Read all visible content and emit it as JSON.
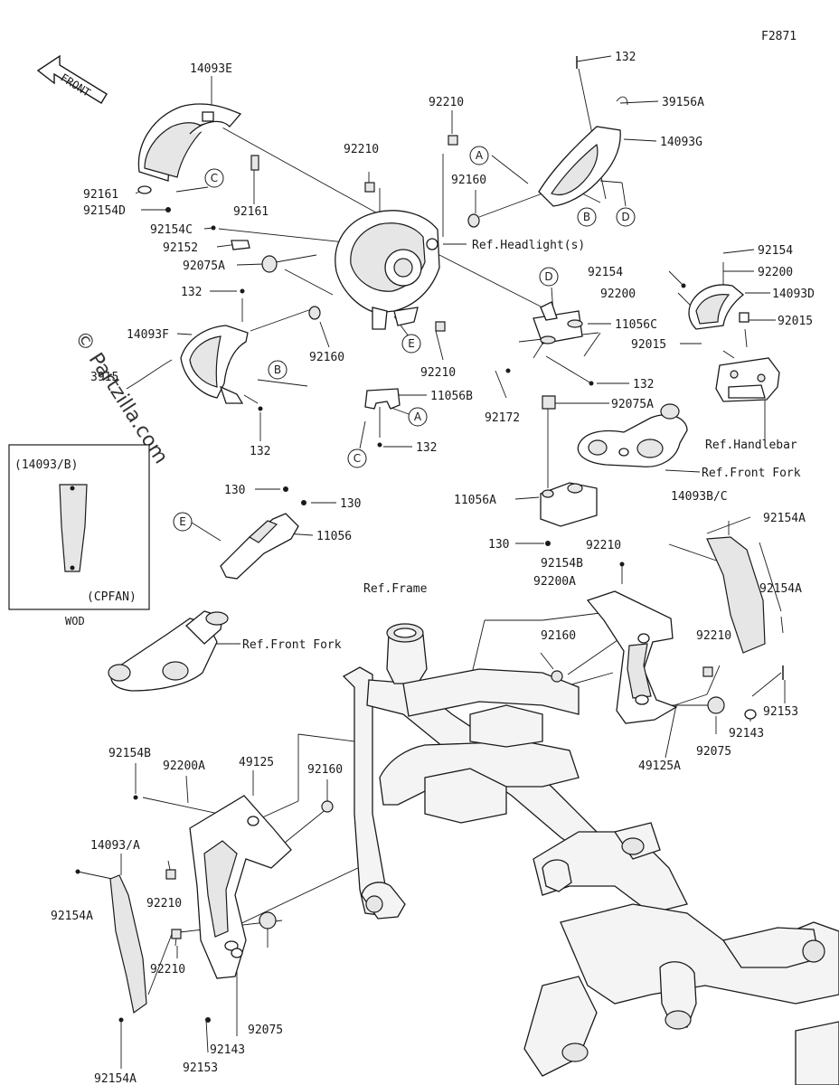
{
  "figure_code": "F2871",
  "front_arrow": "FRONT",
  "watermark": "© Partzilla.com",
  "callouts": {
    "a_1": "A",
    "a_2": "A",
    "b_1": "B",
    "b_2": "B",
    "c_1": "C",
    "c_2": "C",
    "d_1": "D",
    "d_2": "D",
    "e_1": "E",
    "e_2": "E"
  },
  "inset": {
    "title": "(14093/B)",
    "variant": "(CPFAN)",
    "caption": "WOD"
  },
  "labels": {
    "p14093E": "14093E",
    "p92161_a": "92161",
    "p92161_b": "92161",
    "p92154D": "92154D",
    "p92154C": "92154C",
    "p92152": "92152",
    "p92075A_1": "92075A",
    "p132_left": "132",
    "p14093F": "14093F",
    "p3915x": "3915",
    "p132_bottom": "132",
    "p92160_mid": "92160",
    "p92210_top": "92210",
    "p92210_center": "92210",
    "p92160_upper": "92160",
    "p92210_lower": "92210",
    "ref_headlight": "Ref.Headlight(s)",
    "p11056B": "11056B",
    "p132_c": "132",
    "p132_top": "132",
    "p39156A": "39156A",
    "p14093G": "14093G",
    "p11056C": "11056C",
    "p132_d": "132",
    "p92172": "92172",
    "p92075A_2": "92075A",
    "p92154_1": "92154",
    "p92154_2": "92154",
    "p92200_1": "92200",
    "p92200_2": "92200",
    "p14093D": "14093D",
    "p92015_1": "92015",
    "p92015_2": "92015",
    "ref_handlebar": "Ref.Handlebar",
    "ref_front_fork_1": "Ref.Front Fork",
    "p11056A": "11056A",
    "p130_right": "130",
    "p130_a": "130",
    "p130_b": "130",
    "p11056": "11056",
    "ref_front_fork_2": "Ref.Front Fork",
    "p14093BC": "14093B/C",
    "p92154A_1": "92154A",
    "p92210_r1": "92210",
    "p92154B_1": "92154B",
    "p92200A_1": "92200A",
    "p92154A_2": "92154A",
    "ref_frame": "Ref.Frame",
    "p92160_r": "92160",
    "p92210_r2": "92210",
    "p92153_r": "92153",
    "p92143_r": "92143",
    "p92075_r": "92075",
    "p49125A": "49125A",
    "p92154B_2": "92154B",
    "p92200A_2": "92200A",
    "p49125": "49125",
    "p92160_l": "92160",
    "p14093A": "14093/A",
    "p92210_l1": "92210",
    "p92154A_3": "92154A",
    "p92210_l2": "92210",
    "p92154A_4": "92154A",
    "p92075_l": "92075",
    "p92143_l": "92143",
    "p92153_l": "92153"
  }
}
